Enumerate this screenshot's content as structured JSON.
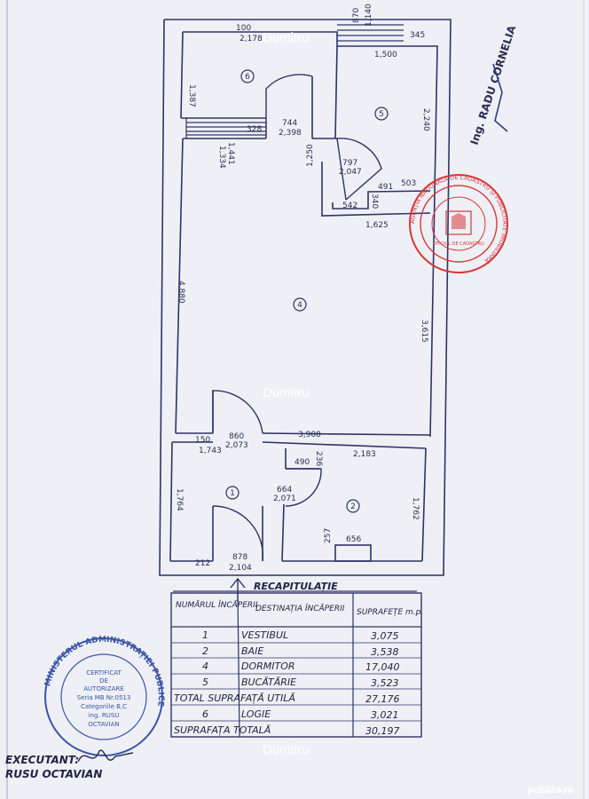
{
  "watermarks": [
    "Dumitru",
    "Dumitru",
    "Dumitru"
  ],
  "site_badge": "publi24.ro",
  "engineer_stamp": "Ing. RADU CORNELIA",
  "rooms": [
    "6",
    "5",
    "4",
    "1",
    "2"
  ],
  "dimensions": {
    "d100": "100",
    "d2178": "2,178",
    "d870": "870",
    "d1140": "1,140",
    "d345": "345",
    "d1500": "1,500",
    "d1387": "1,387",
    "d2240": "2,240",
    "d328": "328",
    "d744": "744",
    "d2398": "2,398",
    "d1334": "1,334",
    "d1441": "1,441",
    "d797": "797",
    "d2047": "2,047",
    "d1250": "1,250",
    "d491": "491",
    "d503": "503",
    "d340": "340",
    "d542": "542",
    "d1625": "1,625",
    "d4880": "4,880",
    "d3615": "3,615",
    "d150": "150",
    "d1743": "1,743",
    "d860": "860",
    "d2073": "2,073",
    "d3908": "3,908",
    "d490": "490",
    "d236": "236",
    "d2183": "2,183",
    "d1764": "1,764",
    "d664": "664",
    "d2071": "2,071",
    "d1762": "1,762",
    "d257": "257",
    "d656": "656",
    "d212": "212",
    "d878": "878",
    "d2104": "2,104"
  },
  "table": {
    "title": "RECAPITULAȚIE",
    "headers": [
      "NUMĂRUL ÎNCĂPERII",
      "DESTINAȚIA ÎNCĂPERII",
      "SUPRAFEȚE m.p."
    ],
    "rows": [
      {
        "nr": "1",
        "dest": "VESTIBUL",
        "sup": "3,075"
      },
      {
        "nr": "2",
        "dest": "BAIE",
        "sup": "3,538"
      },
      {
        "nr": "4",
        "dest": "DORMITOR",
        "sup": "17,040"
      },
      {
        "nr": "5",
        "dest": "BUCĂTĂRIE",
        "sup": "3,523"
      },
      {
        "nr": "",
        "dest": "TOTAL SUPRAFAȚĂ UTILĂ",
        "sup": "27,176"
      },
      {
        "nr": "6",
        "dest": "LOGIE",
        "sup": "3,021"
      },
      {
        "nr": "",
        "dest": "SUPRAFAȚA TOTALĂ",
        "sup": "30,197"
      }
    ]
  },
  "stamp_blue": {
    "ring": "MINISTERUL ADMINISTRAȚIEI PUBLICE",
    "lines": [
      "CERTIFICAT",
      "DE",
      "AUTORIZARE",
      "Seria MB Nr.0513",
      "Categoriile B,C",
      "ing. RUSU",
      "OCTAVIAN"
    ]
  },
  "stamp_red": {
    "ring": "AGENȚIA NAȚIONALĂ DE CADASTRU ȘI PUBLICITATE IMOBILIARĂ",
    "inner": "OFICIUL DE CADASTRU"
  },
  "executant": {
    "label": "EXECUTANT:",
    "name": "RUSU OCTAVIAN"
  }
}
